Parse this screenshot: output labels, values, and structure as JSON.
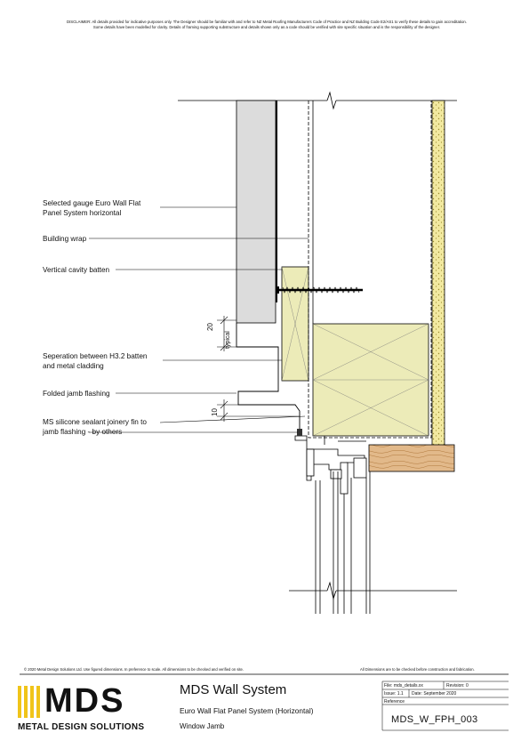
{
  "disclaimer": {
    "line1": "DISCLAIMER: All details provided for indicative purposes only. The Designer should be familiar with and refer to NZ Metal Roofing Manufacturers Code of Practice and NZ Building Code E2/AS1 to verify these details to gain accreditation.",
    "line2": "Some details have been modelled for clarity. Details of framing supporting substructure and details shown only as a code should be verified with site specific situation and is the responsibility of the designer."
  },
  "labels": {
    "panel_l1": "Selected gauge Euro Wall Flat",
    "panel_l2": "Panel System horizontal",
    "wrap": "Building wrap",
    "batten": "Vertical cavity batten",
    "sep_l1": "Seperation between H3.2 batten",
    "sep_l2": "and metal cladding",
    "jamb": "Folded jamb flashing",
    "seal_l1": "MS silicone sealant joinery fin to",
    "seal_l2": "jamb flashing - by others"
  },
  "dimensions": {
    "dim_20": "20",
    "dim_typical": "typical",
    "dim_10": "10"
  },
  "footer": {
    "copyright": "© 2020 Metal Design Solutions Ltd. Use figured dimensions. In preference to scale. All dimensions to be checked and verified on site.",
    "note": "All Dimensions are to be checked before construction and fabrication.",
    "logo_text": "MDS",
    "company": "METAL DESIGN SOLUTIONS",
    "system_title": "MDS Wall System",
    "subtitle": "Euro Wall Flat Panel System (Horizontal)",
    "detail_name": "Window Jamb",
    "file_label": "File: mds_details.xx",
    "revision_label": "Revision: 0",
    "issue_label": "Issue: 1.1",
    "date_label": "Date: September 2020",
    "reference_label": "Reference",
    "drawing_number": "MDS_W_FPH_003"
  },
  "colors": {
    "timber": "#ecebb8",
    "sill": "#e2b98a",
    "panel": "#dcdcdc",
    "insulation": "#f2e9a0"
  }
}
